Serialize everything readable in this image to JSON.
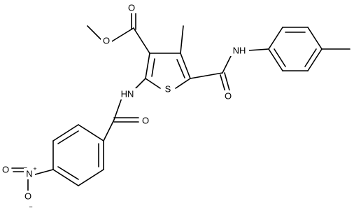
{
  "atoms": [
    {
      "id": "o_carbonyl_ester",
      "text": "O"
    },
    {
      "id": "o_methoxy",
      "text": "O"
    },
    {
      "id": "nh_amide_right",
      "text": "NH"
    },
    {
      "id": "o_amide_right",
      "text": "O"
    },
    {
      "id": "s_thiophene",
      "text": "S"
    },
    {
      "id": "nh_amide_left",
      "text": "HN"
    },
    {
      "id": "o_amide_left",
      "text": "O"
    },
    {
      "id": "n_nitro",
      "text": "N"
    },
    {
      "id": "n_nitro_charge",
      "text": "+"
    },
    {
      "id": "o_nitro_top",
      "text": "O"
    },
    {
      "id": "o_nitro_bottom",
      "text": "O"
    },
    {
      "id": "o_nitro_bottom_charge",
      "text": "−"
    }
  ]
}
